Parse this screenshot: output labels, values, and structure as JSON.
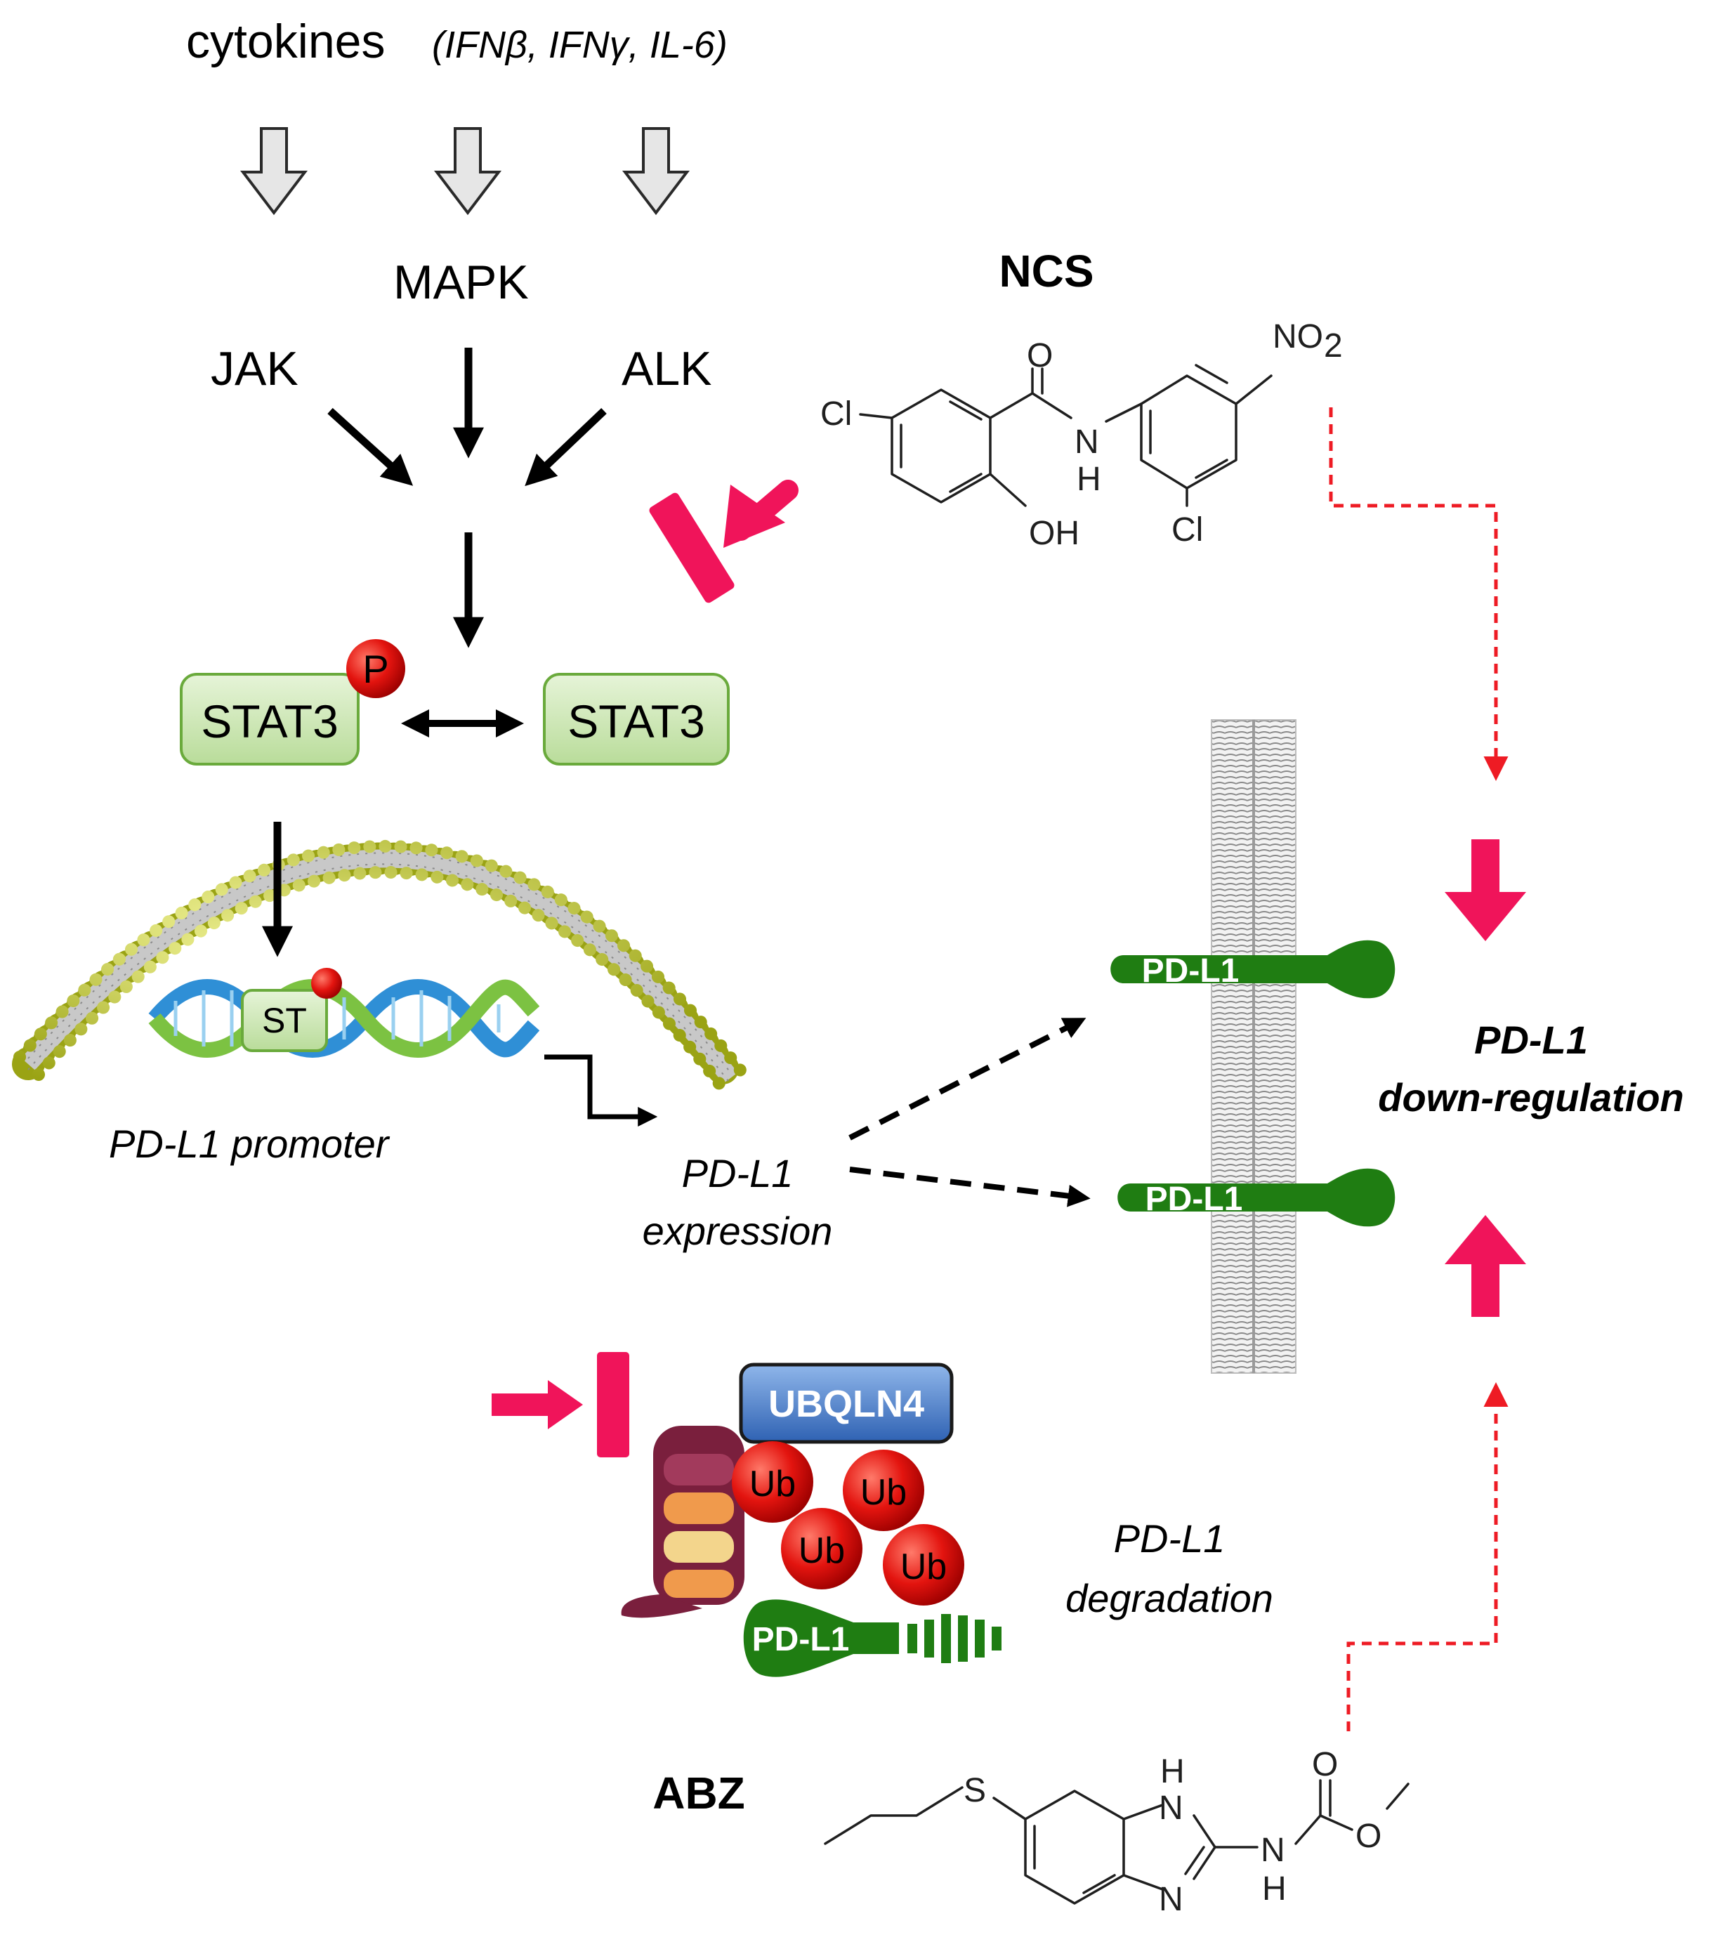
{
  "cytokines": {
    "label": "cytokines",
    "detail": "(IFNβ, IFNγ, IL-6)"
  },
  "kinases": {
    "mapk": "MAPK",
    "jak": "JAK",
    "alk": "ALK"
  },
  "stat": {
    "phospho": "STAT3",
    "unphospho": "STAT3",
    "p_badge": "P",
    "dna_bound": "ST"
  },
  "promoter_label": "PD-L1 promoter",
  "expression_label": [
    "PD-L1",
    "expression"
  ],
  "membrane_proteins": [
    "PD-L1",
    "PD-L1"
  ],
  "ncs": {
    "name": "NCS",
    "atoms": {
      "cl1": "Cl",
      "o": "O",
      "n": "N",
      "h": "H",
      "cl2": "Cl",
      "oh": "OH",
      "no2": "NO",
      "sub2": "2"
    }
  },
  "downregulation_label": [
    "PD-L1",
    "down-regulation"
  ],
  "degradation": {
    "ubqln": "UBQLN4",
    "ub": [
      "Ub",
      "Ub",
      "Ub",
      "Ub"
    ],
    "protein": "PD-L1",
    "label": [
      "PD-L1",
      "degradation"
    ]
  },
  "abz": {
    "name": "ABZ",
    "atoms": {
      "s": "S",
      "n1": "N",
      "h1": "H",
      "n2": "N",
      "nh_n": "N",
      "nh_h": "H",
      "o1": "O",
      "o2": "O"
    }
  },
  "colors": {
    "inhibitor_pink": "#f0145a",
    "dashed_red": "#ee1b24",
    "stat_fill": "#c9e6b0",
    "stat_border": "#6aaa3c",
    "pdl1_green": "#1f7d12",
    "phospho_red": "#e01010",
    "ubqln_blue": "#3f76c4"
  }
}
